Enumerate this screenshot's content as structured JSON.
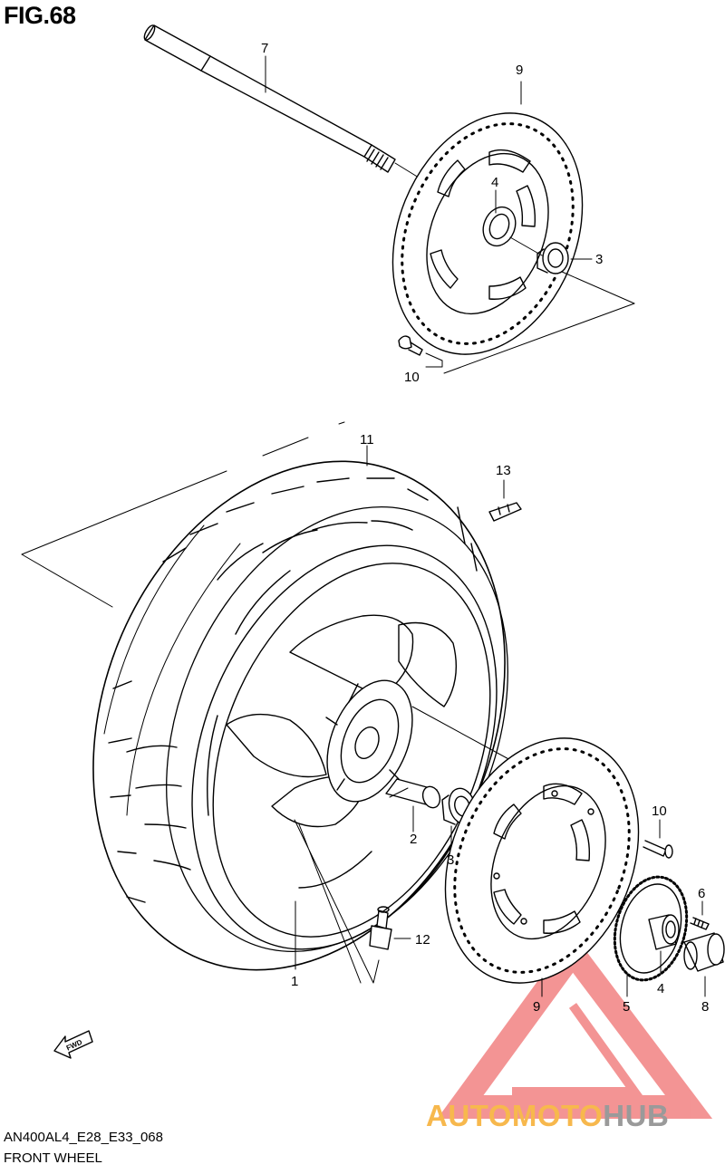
{
  "figure": {
    "title": "FIG.68"
  },
  "callouts": {
    "axle": "7",
    "disc_top": "9",
    "spacer_top": "4",
    "bearing_top": "3",
    "bolt_top": "10",
    "tire": "11",
    "balance_weight": "13",
    "collar": "2",
    "bearing_bottom": "3",
    "wheel": "1",
    "valve": "12",
    "bolt_bottom": "10",
    "screw": "6",
    "disc_bottom": "9",
    "sensor_ring": "5",
    "spacer_bottom": "4",
    "cap": "8"
  },
  "fwd_marker": "FWD",
  "footer": {
    "model_code": "AN400AL4_E28_E33_068",
    "part_name": "FRONT WHEEL"
  },
  "watermark": {
    "part1": "AUTOMOTO",
    "part2": "HUB",
    "colors": {
      "orange": "#f7b84d",
      "red": "#ea3e3e",
      "gray": "#9a9a9a"
    }
  }
}
